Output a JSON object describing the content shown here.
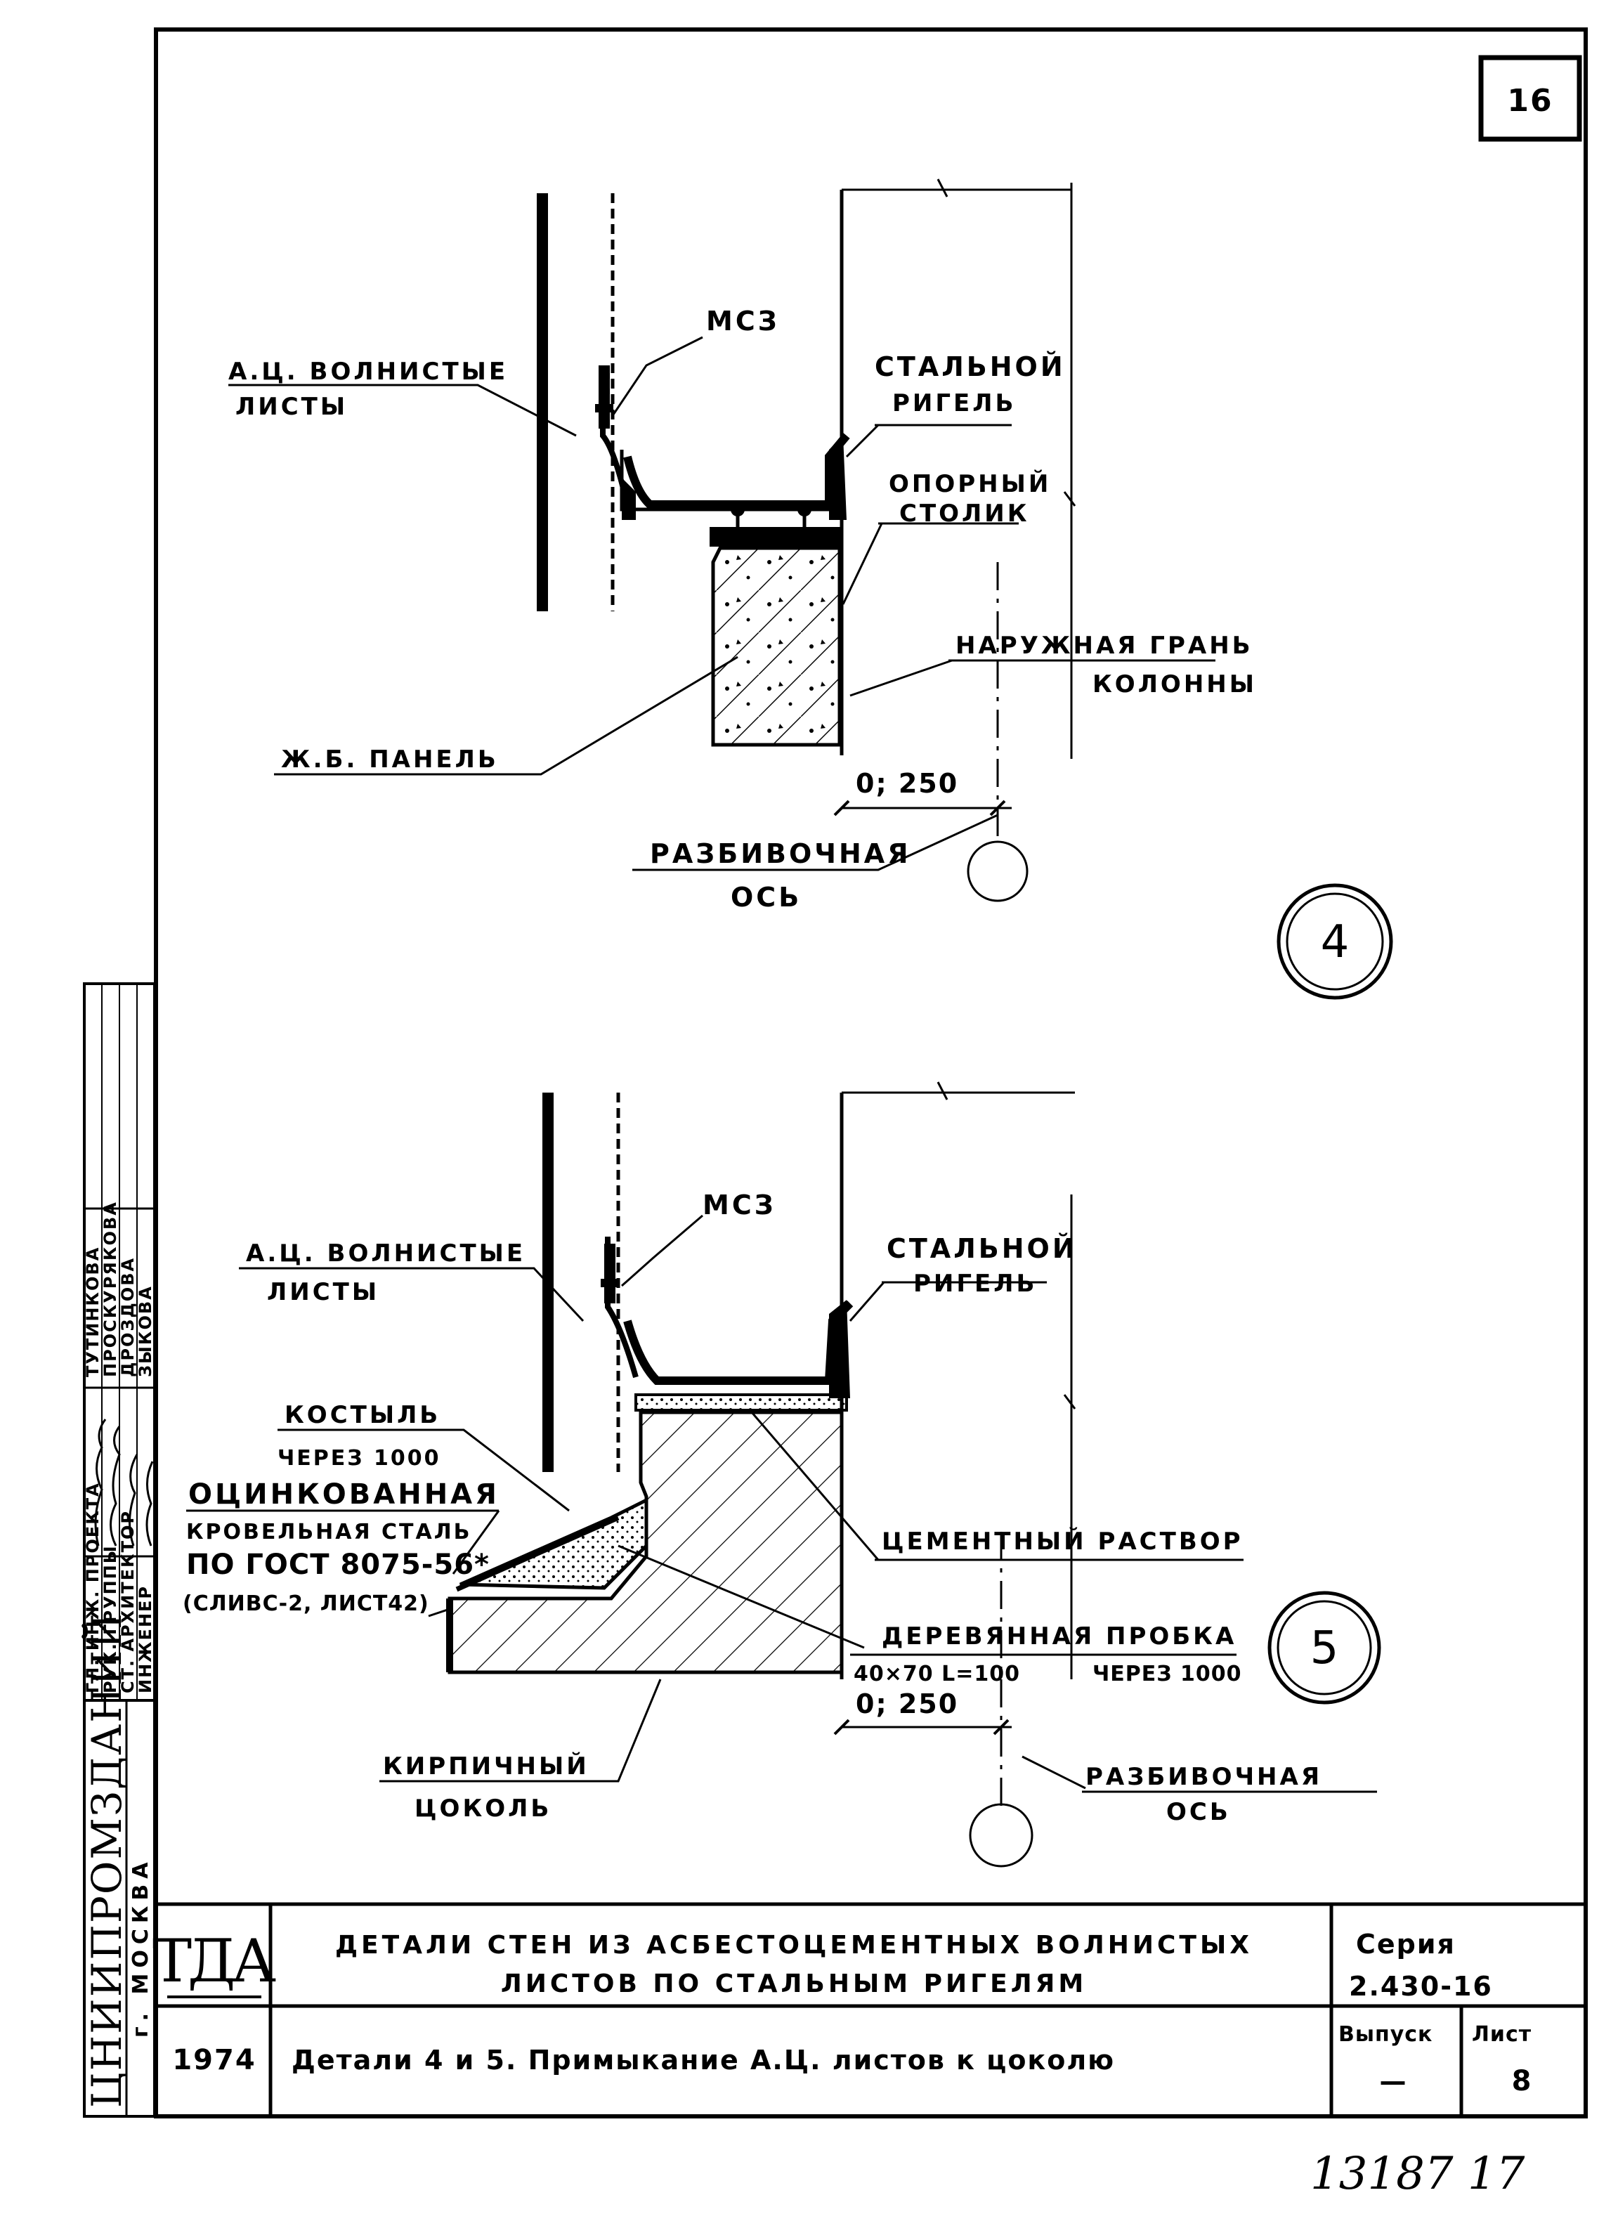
{
  "sheet_number": "16",
  "detail4": {
    "circle_label": "4",
    "sheets_label_1": "А.Ц. ВОЛНИСТЫЕ",
    "sheets_label_2": "ЛИСТЫ",
    "weld_label": "МСЗ",
    "girder_label_1": "СТАЛЬНОЙ",
    "girder_label_2": "РИГЕЛЬ",
    "support_label_1": "ОПОРНЫЙ",
    "support_label_2": "СТОЛИК",
    "face_label_1": "НАРУЖНАЯ ГРАНЬ",
    "face_label_2": "КОЛОННЫ",
    "panel_label": "Ж.Б. ПАНЕЛЬ",
    "dim_label": "0; 250",
    "axis_label_1": "РАЗБИВОЧНАЯ",
    "axis_label_2": "ОСЬ"
  },
  "detail5": {
    "circle_label": "5",
    "sheets_label_1": "А.Ц. ВОЛНИСТЫЕ",
    "sheets_label_2": "ЛИСТЫ",
    "weld_label": "МСЗ",
    "girder_label_1": "СТАЛЬНОЙ",
    "girder_label_2": "РИГЕЛЬ",
    "crutch_label_1": "КОСТЫЛЬ",
    "crutch_label_2": "ЧЕРЕЗ 1000",
    "steel_label_1": "ОЦИНКОВАННАЯ",
    "steel_label_2": "КРОВЕЛЬНАЯ СТАЛЬ",
    "steel_label_3": "ПО ГОСТ 8075-56*",
    "steel_label_4": "(СЛИВС-2, ЛИСТ42)",
    "mortar_label": "ЦЕМЕНТНЫЙ РАСТВОР",
    "plug_label_1": "ДЕРЕВЯННАЯ ПРОБКА",
    "plug_label_2": "40×70 L=100",
    "plug_label_3": "ЧЕРЕЗ 1000",
    "plinth_label_1": "КИРПИЧНЫЙ",
    "plinth_label_2": "ЦОКОЛЬ",
    "dim_label": "0; 250",
    "axis_label_1": "РАЗБИВОЧНАЯ",
    "axis_label_2": "ОСЬ"
  },
  "title_block": {
    "logo": "ТДА",
    "title_line1": "ДЕТАЛИ СТЕН ИЗ АСБЕСТОЦЕМЕНТНЫХ ВОЛНИСТЫХ",
    "title_line2": "ЛИСТОВ ПО СТАЛЬНЫМ РИГЕЛЯМ",
    "series_label": "Серия",
    "series_value": "2.430-16",
    "year": "1974",
    "subtitle": "Детали 4 и 5. Примыкание А.Ц. листов к цоколю",
    "issue_label": "Выпуск",
    "issue_value": "—",
    "sheet_label": "Лист",
    "sheet_value": "8"
  },
  "stamp": {
    "org": "ЦНИИПРОМЗДАНИЙ",
    "city": "г. МОСКВА",
    "role1": "ГЛ. ИНЖ. ПРОЕКТА",
    "role2": "РУК. ГРУППЫ",
    "role3": "СТ. АРХИТЕКТОР",
    "role4": "ИНЖЕНЕР",
    "name1": "ТУТИНКОВА",
    "name2": "ПРОСКУРЯКОВА",
    "name3": "ДРОЗДОВА",
    "name4": "ЗЫКОВА"
  },
  "archive_number": "13187 17"
}
